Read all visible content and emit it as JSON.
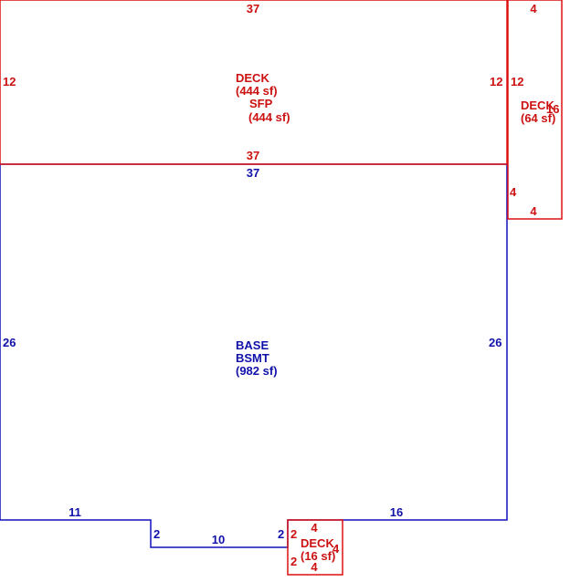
{
  "deck_main": {
    "top_dim": "37",
    "left_dim": "12",
    "right_dim": "12",
    "bottom_dim": "37",
    "label": "DECK",
    "area": "(444 sf)",
    "sublabel": "SFP",
    "subarea": "(444 sf)"
  },
  "deck_side": {
    "top_dim": "4",
    "left_dim": "12",
    "right_dim": "16",
    "left_lower_dim": "4",
    "bottom_dim": "4",
    "label": "DECK",
    "area": "(64 sf)"
  },
  "base": {
    "top_dim": "37",
    "left_dim": "26",
    "right_dim": "26",
    "bottom_left_dim": "11",
    "notch_left_dim": "2",
    "notch_bottom_dim": "10",
    "notch_right_dim": "2",
    "bottom_right_dim": "16",
    "label": "BASE",
    "sublabel": "BSMT",
    "area": "(982 sf)"
  },
  "deck_small": {
    "top_dim": "4",
    "left_dim": "2",
    "right_dim": "4",
    "bottom_dim": "4",
    "label": "DECK",
    "area": "(16 sf)"
  },
  "colors": {
    "deck": "#dd1111",
    "base": "#1111bb"
  }
}
